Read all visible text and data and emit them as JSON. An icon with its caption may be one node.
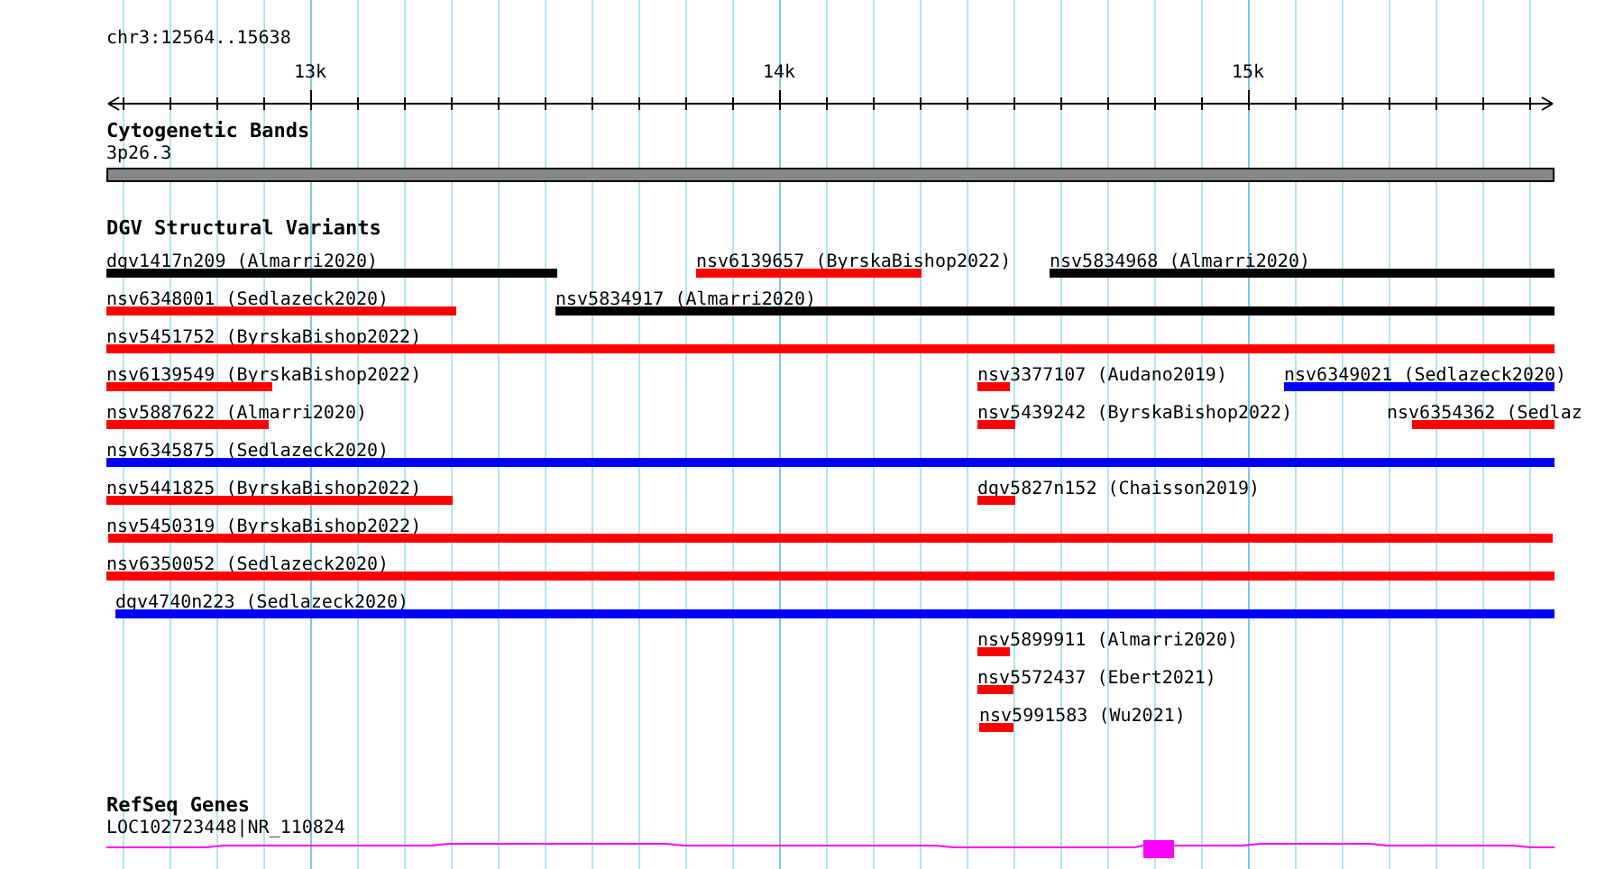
{
  "diagram": {
    "nodes": [
      {
        "text": [
          "3p26.3"
        ]
      },
      {
        "text": [
          "dgv1417n209 (Almarri2020)"
        ]
      },
      {
        "text": [
          "nsv6139657 (ByrskaBishop2022)"
        ]
      },
      {
        "text": [
          "nsv5834968 (Almarri2020)"
        ]
      },
      {
        "text": [
          "nsv6348001 (Sedlazeck2020)"
        ]
      },
      {
        "text": [
          "nsv5834917 (Almarri2020)"
        ]
      },
      {
        "text": [
          "nsv5451752 (ByrskaBishop2022)"
        ]
      },
      {
        "text": [
          "nsv6139549 (ByrskaBishop2022)"
        ]
      },
      {
        "text": [
          "nsv3377107 (Audano2019)"
        ]
      },
      {
        "text": [
          "nsv6349021 (Sedlazeck2020)"
        ]
      },
      {
        "text": [
          "nsv5887622 (Almarri2020)"
        ]
      },
      {
        "text": [
          "nsv5439242 (ByrskaBishop2022)"
        ]
      },
      {
        "text": [
          "nsv6354362 (Sedlaz"
        ]
      },
      {
        "text": [
          "nsv6345875 (Sedlazeck2020)"
        ]
      },
      {
        "text": [
          "nsv5441825 (ByrskaBishop2022)"
        ]
      },
      {
        "text": [
          "dgv5827n152 (Chaisson2019)"
        ]
      },
      {
        "text": [
          "nsv5450319 (ByrskaBishop2022)"
        ]
      },
      {
        "text": [
          "nsv6350052 (Sedlazeck2020)"
        ]
      },
      {
        "text": [
          "dgv4740n223 (Sedlazeck2020)"
        ]
      },
      {
        "text": [
          "nsv5899911 (Almarri2020)"
        ]
      },
      {
        "text": [
          "nsv5572437 (Ebert2021)"
        ]
      },
      {
        "text": [
          "nsv5991583 (Wu2021)"
        ]
      },
      {
        "text": [
          "LOC102723448|NR_110824"
        ]
      }
    ],
    "edges": [],
    "labels": [
      "chr3:12564..15638",
      "13k",
      "14k",
      "15k",
      "Cytogenetic Bands",
      "DGV Structural Variants",
      "RefSeq Genes"
    ]
  }
}
